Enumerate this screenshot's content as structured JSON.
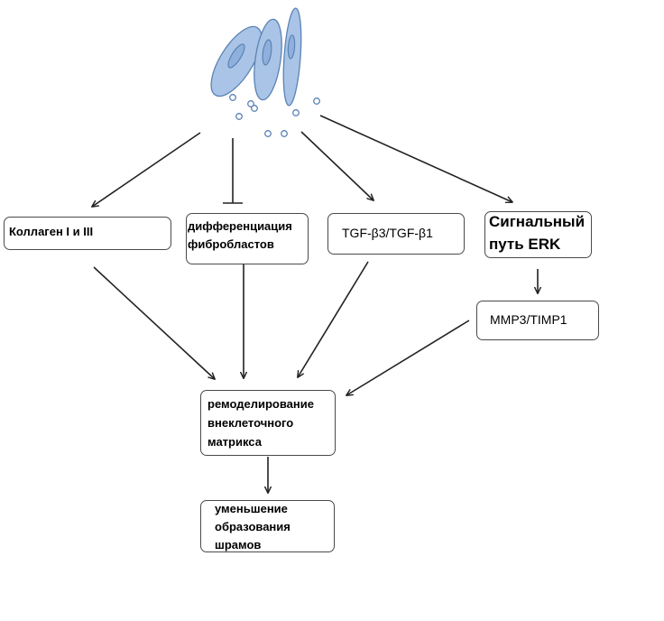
{
  "nodes": {
    "collagen": "Коллаген I и III",
    "differentiation": [
      "дифференциация",
      "фибробластов"
    ],
    "tgf": "TGF-β3/TGF-β1",
    "erk": [
      "Сигнальный",
      "путь ERK"
    ],
    "mmp": "MMP3/TIMP1",
    "remodeling": [
      "ремоделирование",
      "внеклеточного",
      "матрикса"
    ],
    "scar": [
      "уменьшение",
      "образования",
      "шрамов"
    ]
  },
  "colors": {
    "cell_fill": "#a9c4e6",
    "cell_stroke": "#5b82b5",
    "vesicle_stroke": "#5b82b5",
    "arrow": "#222222",
    "box_border": "#4a4a4a"
  }
}
